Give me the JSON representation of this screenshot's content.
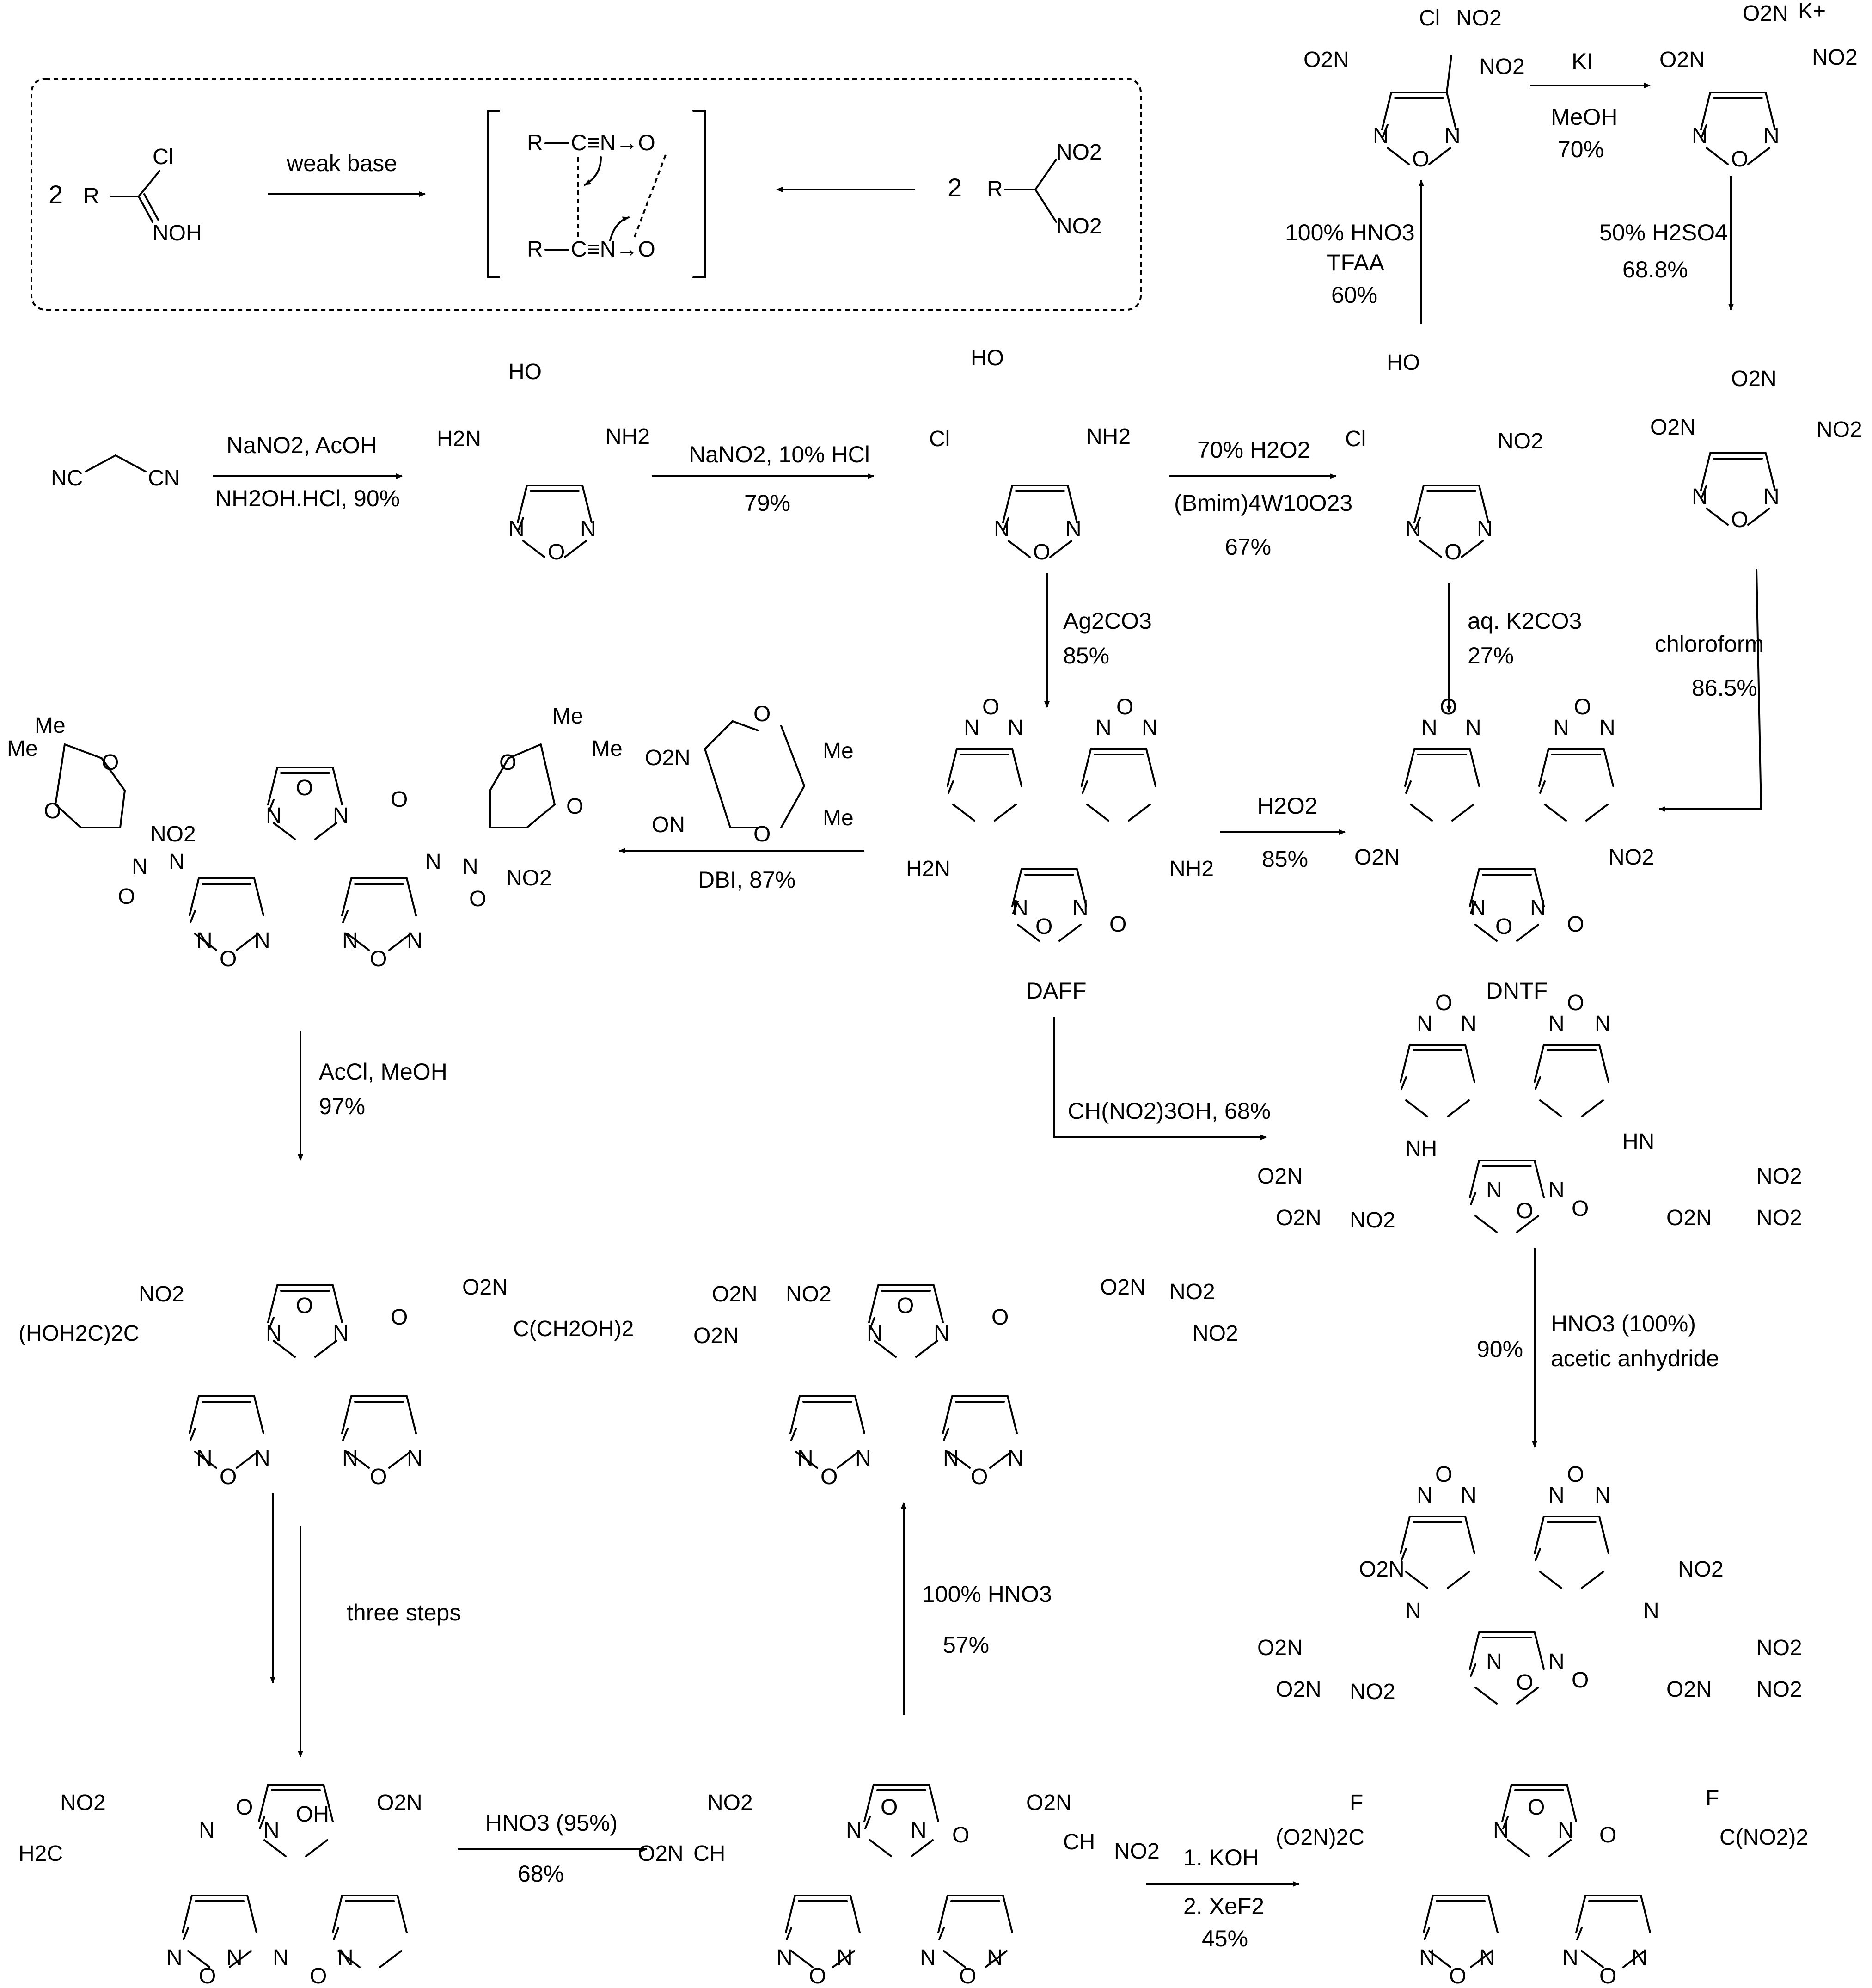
{
  "scheme": {
    "inset": {
      "coef_left": "2",
      "coef_right": "2",
      "condition": "weak base",
      "R": "R",
      "Cl": "Cl",
      "NOH": "NOH",
      "NO2_a": "NO2",
      "NO2_b": "NO2",
      "N_O_top": "C≡N→O",
      "N_O_bot": "C≡N→O"
    },
    "labels": {
      "DAFF": "DAFF",
      "DNTF": "DNTF"
    },
    "reagents": {
      "r1": [
        "NaNO2, AcOH",
        "NH2OH.HCl, 90%"
      ],
      "r2": [
        "NaNO2, 10% HCl",
        "79%"
      ],
      "r3": [
        "70% H2O2",
        "(Bmim)4W10O23",
        "67%"
      ],
      "r4": [
        "100% HNO3",
        "TFAA",
        "60%"
      ],
      "r5": [
        "KI",
        "MeOH",
        "70%"
      ],
      "r6": [
        "50% H2SO4",
        "68.8%"
      ],
      "r7": [
        "Ag2CO3",
        "85%"
      ],
      "r8": [
        "aq. K2CO3",
        "27%"
      ],
      "r9": [
        "chloroform",
        "86.5%"
      ],
      "r10": [
        "H2O2",
        "85%"
      ],
      "r11": [
        "DBI, 87%"
      ],
      "r12": [
        "AcCl, MeOH",
        "97%"
      ],
      "r13": [
        "CH(NO2)3OH, 68%"
      ],
      "r14": [
        "90%",
        "HNO3 (100%)",
        "acetic anhydride"
      ],
      "r15": [
        "three steps"
      ],
      "r16": [
        "100% HNO3",
        "57%"
      ],
      "r17": [
        "HNO3 (95%)",
        "68%"
      ],
      "r18": [
        "1. KOH",
        "2. XeF2",
        "45%"
      ]
    },
    "atoms": {
      "NC": "NC",
      "CN": "CN",
      "HO": "HO",
      "H2N": "H2N",
      "NH2": "NH2",
      "Cl": "Cl",
      "NO2": "NO2",
      "O2N": "O2N",
      "N": "N",
      "O": "O",
      "Me": "Me",
      "ON": "ON",
      "NH": "NH",
      "HN": "HN",
      "K": "K+",
      "F": "F",
      "OH": "OH",
      "CH": "CH",
      "CH2OH2": "(HOH2C)2C",
      "CCH2OH2": "C(CH2OH)2",
      "H2C": "H2C",
      "NO2_2": "(O2N)2C",
      "CNO22": "C(NO2)2"
    }
  }
}
